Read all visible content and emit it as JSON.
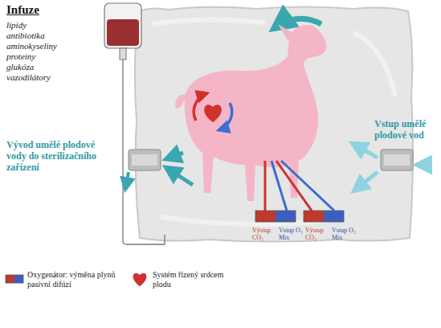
{
  "diagram": {
    "labels": [
      "Infuze",
      "lipidy",
      "antibiotika",
      "aminokyseliny",
      "proteiny",
      "glukóza",
      "vazodilátory",
      "Vývod umělé plodové vody do sterilizačního zařízení",
      "Vstup umělé plodové vod",
      "Výstup CO₂",
      "Vstup O₂ Mix",
      "Výstup CO₂",
      "Vstup O₂ Mix"
    ],
    "legend": [
      {
        "text": "Oxygenátor: výměna plynů pasivní difúzí"
      },
      {
        "text": "Systém řízený srdcem plodu"
      }
    ]
  }
}
